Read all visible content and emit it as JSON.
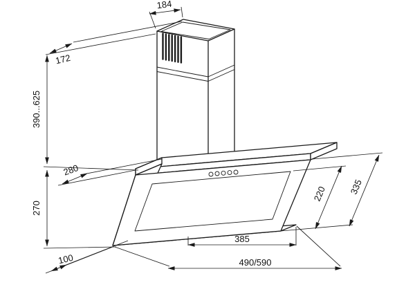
{
  "dims": {
    "chimney_width": "184",
    "chimney_depth": "172",
    "chimney_height_range": "390...625",
    "top_depth": "280",
    "front_height": "270",
    "bottom_depth": "100",
    "inner_width": "385",
    "overall_width": "490/590",
    "glass_length": "220",
    "panel_length": "335"
  }
}
